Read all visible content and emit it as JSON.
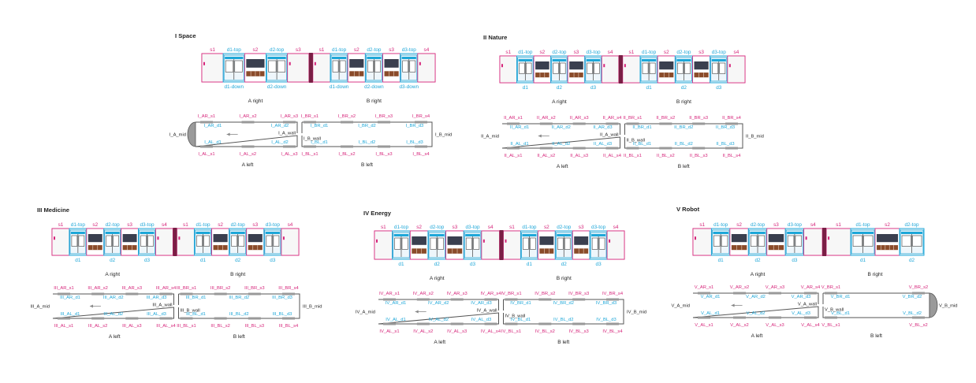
{
  "colors": {
    "magenta": "#d6247a",
    "cyan": "#1ea7d8",
    "ink": "#222222",
    "line": "#555555",
    "strip": "#999999",
    "divider": "#7a1f45",
    "wall": "#9a9a9a",
    "seat": "#8a4b2a",
    "screen": "#3a3f4f"
  },
  "sections": [
    {
      "title": "I Space",
      "elevation": {
        "labels_a": [
          "s1",
          "d1-top",
          "s2",
          "d2-top",
          "s3"
        ],
        "labels_b": [
          "s1",
          "d1-top",
          "s2",
          "d2-top",
          "s3",
          "d3-top",
          "s4"
        ],
        "bottom_a": [
          "d1-down",
          "d2-down"
        ],
        "bottom_b": [
          "d1-down",
          "d2-down",
          "d3-down"
        ]
      },
      "side_a": "A right",
      "side_b": "B right",
      "left_a": "A left",
      "left_b": "B left",
      "plan": {
        "ar_s": [
          "I_AR_s1",
          "I_AR_s2",
          "I_AR_s3"
        ],
        "br_s": [
          "I_BR_s1",
          "I_BR_s2",
          "I_BR_s3",
          "I_BR_s4"
        ],
        "ar_d": [
          "I_AR_d1",
          "I_AR_d2"
        ],
        "br_d": [
          "I_BR_d1",
          "I_BR_d2",
          "I_BR_d3"
        ],
        "al_d": [
          "I_AL_d1",
          "I_AL_d2"
        ],
        "bl_d": [
          "I_BL_d1",
          "I_BL_d2",
          "I_BL_d3"
        ],
        "al_s": [
          "I_AL_s1",
          "I_AL_s2",
          "I_AL_s3"
        ],
        "bl_s": [
          "I_BL_s1",
          "I_BL_s2",
          "I_BL_s3",
          "I_BL_s4"
        ],
        "a_wall": "I_A_wall",
        "b_wall": "I_B_wall",
        "a_mid": "I_A_mid",
        "b_mid": "I_B_mid"
      }
    },
    {
      "title": "II Nature",
      "elevation": {
        "labels_a": [
          "s1",
          "d1-top",
          "s2",
          "d2-top",
          "s3",
          "d3-top",
          "s4"
        ],
        "labels_b": [
          "s1",
          "d1-top",
          "s2",
          "d2-top",
          "s3",
          "d3-top",
          "s4"
        ],
        "bottom_a": [
          "d1",
          "d2",
          "d3"
        ],
        "bottom_b": [
          "d1",
          "d2",
          "d3"
        ]
      },
      "side_a": "A right",
      "side_b": "B right",
      "left_a": "A left",
      "left_b": "B left",
      "plan": {
        "ar_s": [
          "II_AR_s1",
          "II_AR_s2",
          "II_AR_s3",
          "II_AR_s4"
        ],
        "br_s": [
          "II_BR_s1",
          "II_BR_s2",
          "II_BR_s3",
          "II_BR_s4"
        ],
        "ar_d": [
          "II_AR_d1",
          "II_AR_d2",
          "II_AR_d3"
        ],
        "br_d": [
          "II_BR_d1",
          "II_BR_d2",
          "II_BR_d3"
        ],
        "al_d": [
          "II_AL_d1",
          "II_AL_d2",
          "II_AL_d3"
        ],
        "bl_d": [
          "II_BL_d1",
          "II_BL_d2",
          "II_BL_d3"
        ],
        "al_s": [
          "II_AL_s1",
          "II_AL_s2",
          "II_AL_s3",
          "II_AL_s4"
        ],
        "bl_s": [
          "II_BL_s1",
          "II_BL_s2",
          "II_BL_s3",
          "II_BL_s4"
        ],
        "a_wall": "II_A_wall",
        "b_wall": "II_B_wall",
        "a_mid": "II_A_mid",
        "b_mid": "II_B_mid"
      }
    },
    {
      "title": "III Medicine",
      "elevation": {
        "labels_a": [
          "s1",
          "d1-top",
          "s2",
          "d2-top",
          "s3",
          "d3-top",
          "s4"
        ],
        "labels_b": [
          "s1",
          "d1-top",
          "s2",
          "d2-top",
          "s3",
          "d3-top",
          "s4"
        ],
        "bottom_a": [
          "d1",
          "d2",
          "d3"
        ],
        "bottom_b": [
          "d1",
          "d2",
          "d3"
        ]
      },
      "side_a": "A right",
      "side_b": "B right",
      "left_a": "A left",
      "left_b": "B left",
      "plan": {
        "ar_s": [
          "III_AR_s1",
          "III_AR_s2",
          "III_AR_s3",
          "III_AR_s4"
        ],
        "br_s": [
          "III_BR_s1",
          "III_BR_s2",
          "III_BR_s3",
          "III_BR_s4"
        ],
        "ar_d": [
          "III_AR_d1",
          "III_AR_d2",
          "III_AR_d3"
        ],
        "br_d": [
          "III_BR_d1",
          "III_BR_d2",
          "III_BR_d3"
        ],
        "al_d": [
          "III_AL_d1",
          "III_AL_d2",
          "III_AL_d3"
        ],
        "bl_d": [
          "III_BL_d1",
          "III_BL_d2",
          "III_BL_d3"
        ],
        "al_s": [
          "III_AL_s1",
          "III_AL_s2",
          "III_AL_s3",
          "III_AL_s4"
        ],
        "bl_s": [
          "III_BL_s1",
          "III_BL_s2",
          "III_BL_s3",
          "III_BL_s4"
        ],
        "a_wall": "III_A_wall",
        "b_wall": "III_B_wall",
        "a_mid": "III_A_mid",
        "b_mid": "III_B_mid"
      }
    },
    {
      "title": "IV Energy",
      "elevation": {
        "labels_a": [
          "s1",
          "d1-top",
          "s2",
          "d2-top",
          "s3",
          "d3-top",
          "s4"
        ],
        "labels_b": [
          "s1",
          "d1-top",
          "s2",
          "d2-top",
          "s3",
          "d3-top",
          "s4"
        ],
        "bottom_a": [
          "d1",
          "d2",
          "d3"
        ],
        "bottom_b": [
          "d1",
          "d2",
          "d3"
        ]
      },
      "side_a": "A right",
      "side_b": "B right",
      "left_a": "A left",
      "left_b": "B left",
      "plan": {
        "ar_s": [
          "IV_AR_s1",
          "IV_AR_s2",
          "IV_AR_s3",
          "IV_AR_s4"
        ],
        "br_s": [
          "IV_BR_s1",
          "IV_BR_s2",
          "IV_BR_s3",
          "IV_BR_s4"
        ],
        "ar_d": [
          "IV_AR_d1",
          "IV_AR_d2",
          "IV_AR_d3"
        ],
        "br_d": [
          "IV_BR_d1",
          "IV_BR_d2",
          "IV_BR_d3"
        ],
        "al_d": [
          "IV_AL_d1",
          "IV_AL_d2",
          "IV_AL_d3"
        ],
        "bl_d": [
          "IV_BL_d1",
          "IV_BL_d2",
          "IV_BL_d3"
        ],
        "al_s": [
          "IV_AL_s1",
          "IV_AL_s2",
          "IV_AL_s3",
          "IV_AL_s4"
        ],
        "bl_s": [
          "IV_BL_s1",
          "IV_BL_s2",
          "IV_BL_s3",
          "IV_BL_s4"
        ],
        "a_wall": "IV_A_wall",
        "b_wall": "IV_B_wall",
        "a_mid": "IV_A_mid",
        "b_mid": "IV_B_mid"
      }
    },
    {
      "title": "V Robot",
      "elevation": {
        "labels_a": [
          "s1",
          "d1-top",
          "s2",
          "d2-top",
          "s3",
          "d3-top",
          "s4"
        ],
        "labels_b": [
          "s1",
          "d1-top",
          "s2",
          "d2-top"
        ],
        "bottom_a": [
          "d1",
          "d2",
          "d3"
        ],
        "bottom_b": [
          "d1",
          "d2"
        ]
      },
      "side_a": "A right",
      "side_b": "B right",
      "left_a": "A left",
      "left_b": "B left",
      "plan": {
        "ar_s": [
          "V_AR_s1",
          "V_AR_s2",
          "V_AR_s3",
          "V_AR_s4"
        ],
        "br_s": [
          "V_BR_s1",
          "V_BR_s2"
        ],
        "ar_d": [
          "V_AR_d1",
          "V_AR_d2",
          "V_AR_d3"
        ],
        "br_d": [
          "V_BR_d1",
          "V_BR_d2"
        ],
        "al_d": [
          "V_AL_d1",
          "V_AL_d2",
          "V_AL_d3"
        ],
        "bl_d": [
          "V_BL_d1",
          "V_BL_d2"
        ],
        "al_s": [
          "V_AL_s1",
          "V_AL_s2",
          "V_AL_s3",
          "V_AL_s4"
        ],
        "bl_s": [
          "V_BL_s1",
          "V_BL_s2"
        ],
        "a_wall": "V_A_wall",
        "b_wall": "V_B_wall",
        "a_mid": "V_A_mid",
        "b_mid": "V_B_mid"
      }
    }
  ]
}
